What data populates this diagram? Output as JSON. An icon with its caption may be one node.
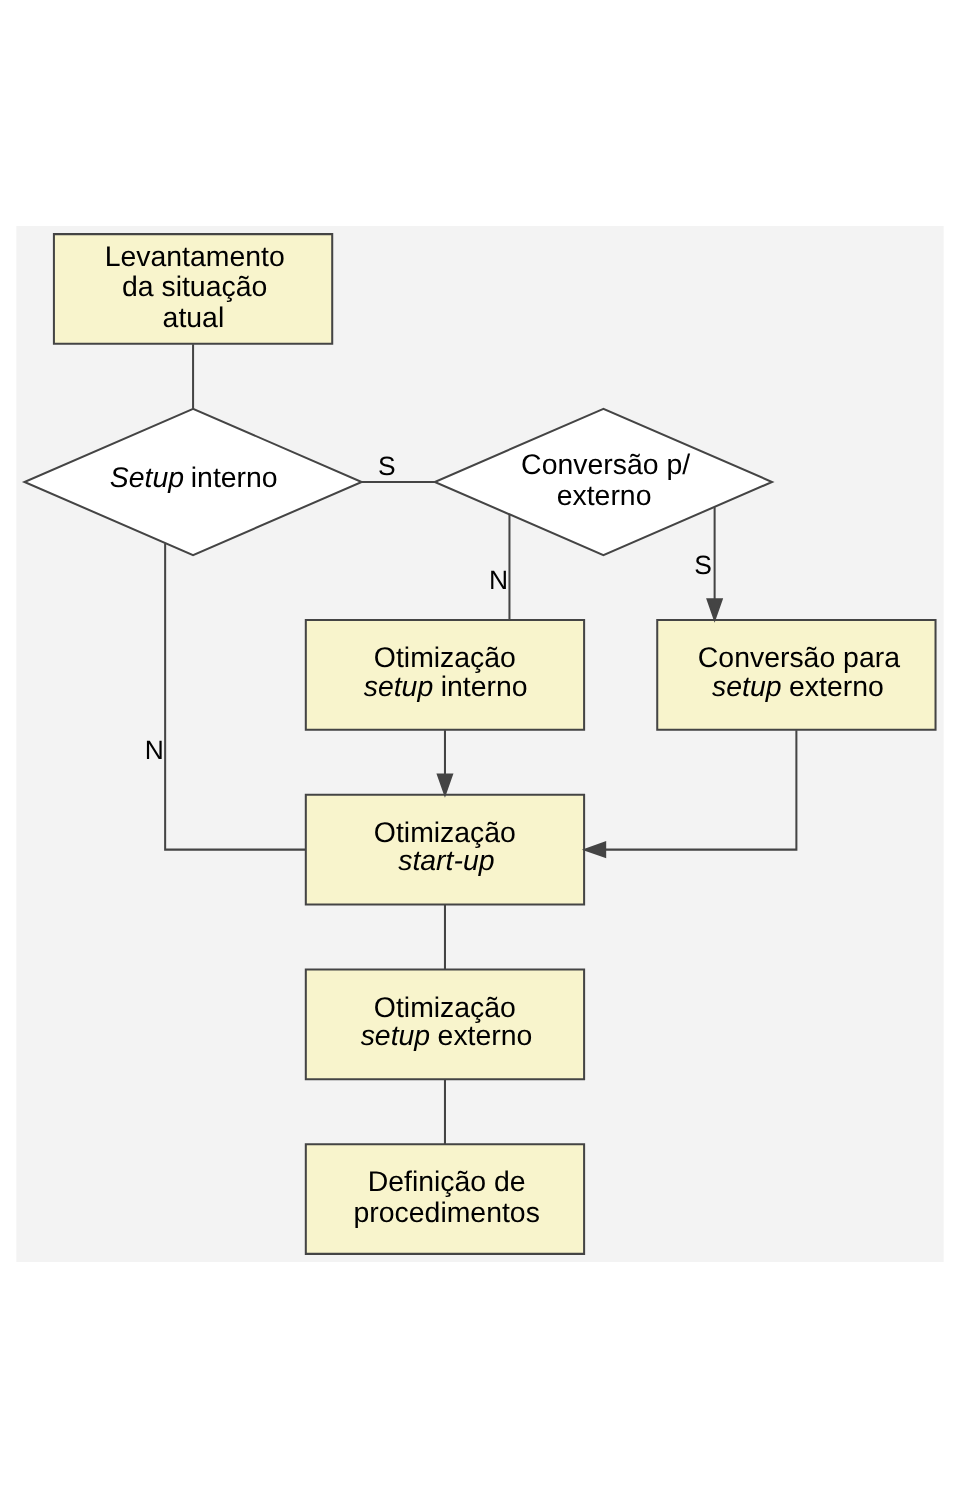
{
  "diagram": {
    "nodes": [
      {
        "text": [
          "Levantamento da situação atual"
        ]
      },
      {
        "text": [
          "*Setup* interno"
        ]
      },
      {
        "text": [
          "Conversão p/ externo"
        ]
      },
      {
        "text": [
          "Otimização *setup* interno"
        ]
      },
      {
        "text": [
          "Conversão para *setup* externo"
        ]
      },
      {
        "text": [
          "Otimização *start-up*"
        ]
      },
      {
        "text": [
          "Otimização *setup* externo"
        ]
      },
      {
        "text": [
          "Definição de procedimentos"
        ]
      }
    ],
    "edges": [
      {
        "from": 0,
        "to": 1,
        "arrow": "none"
      },
      {
        "from": 1,
        "to": 2,
        "arrow": "none",
        "label": "S"
      },
      {
        "from": 2,
        "to": 3,
        "arrow": "none",
        "label": "N"
      },
      {
        "from": 1,
        "to": 5,
        "arrow": "none",
        "label": "N"
      },
      {
        "from": 3,
        "to": 5,
        "arrow": "to"
      },
      {
        "from": 2,
        "to": 4,
        "arrow": "to",
        "label": "S"
      },
      {
        "from": 4,
        "to": 5,
        "arrow": "to"
      },
      {
        "from": 5,
        "to": 6,
        "arrow": "none"
      },
      {
        "from": 6,
        "to": 7,
        "arrow": "none"
      }
    ]
  }
}
